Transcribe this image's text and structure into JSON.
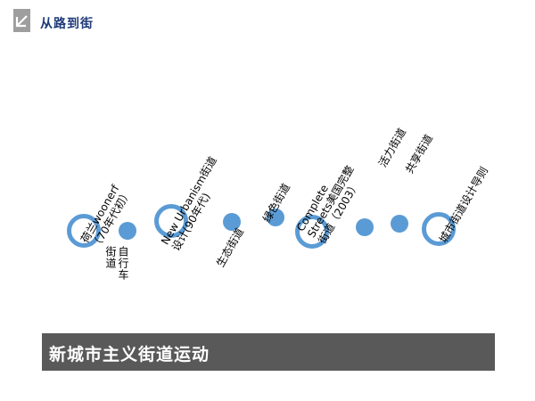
{
  "header": {
    "title": "从路到街",
    "icon": "arrow-down-right-icon",
    "icon_color": "#9e9e9e",
    "title_color": "#1f3a7a"
  },
  "timeline": {
    "accent_color": "#5b9bd5",
    "labels": {
      "woonerf": [
        "荷兰woonerf",
        "（70年代初）"
      ],
      "bicycle_street": [
        "自行车",
        "街道"
      ],
      "new_urbanism": [
        "New Urbanism街道",
        "设计(90年代)"
      ],
      "eco_street": [
        "生态街道"
      ],
      "green_street": [
        "绿色街道"
      ],
      "complete_streets": [
        "Complete",
        "Streets美国完整",
        "街道（2003）"
      ],
      "vital_street": [
        "活力街道"
      ],
      "shared_street": [
        "共享街道"
      ],
      "design_guide": [
        "城市街道设计导则"
      ]
    }
  },
  "banner": {
    "text": "新城市主义街道运动",
    "background": "#595959"
  }
}
